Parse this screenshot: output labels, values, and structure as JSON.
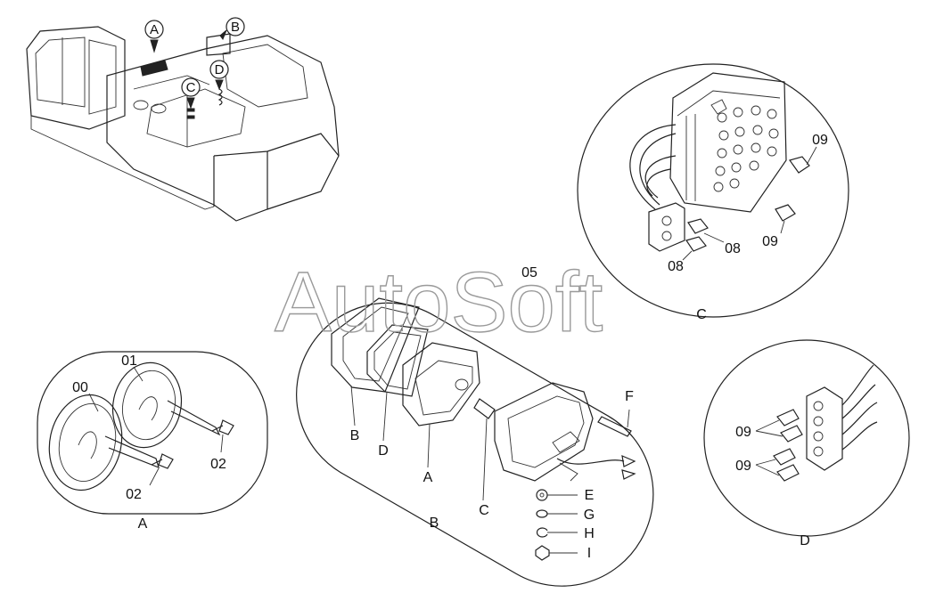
{
  "watermark": "AutoSoft",
  "overview": {
    "callouts": [
      "A",
      "B",
      "C",
      "D"
    ]
  },
  "detail_a": {
    "caption": "A",
    "parts": [
      "00",
      "01",
      "02",
      "02"
    ]
  },
  "detail_b": {
    "caption": "B",
    "parts": [
      "05",
      "B",
      "D",
      "A",
      "C",
      "F",
      "E",
      "G",
      "H",
      "I"
    ]
  },
  "detail_c": {
    "caption": "C",
    "parts": [
      "09",
      "09",
      "08",
      "08"
    ]
  },
  "detail_d": {
    "caption": "D",
    "parts": [
      "09",
      "09"
    ]
  }
}
